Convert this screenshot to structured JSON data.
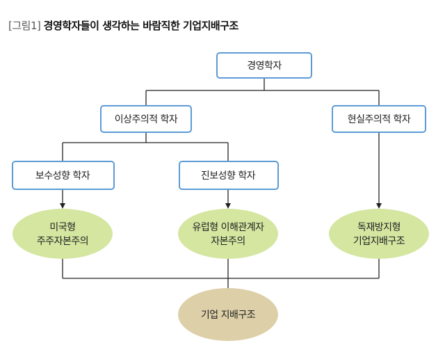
{
  "title": {
    "label": "[그림1]",
    "text": "경영학자들이 생각하는 바람직한 기업지배구조"
  },
  "nodes": {
    "root": "경영학자",
    "ideal": "이상주의적 학자",
    "realist": "현실주의적 학자",
    "conservative": "보수성향 학자",
    "progressive": "진보성향 학자",
    "us_model": [
      "미국형",
      "주주자본주의"
    ],
    "eu_model": [
      "유럽형 이해관계자",
      "자본주의"
    ],
    "founder_model": [
      "독재방지형",
      "기업지배구조"
    ],
    "governance": "기업 지배구조"
  },
  "colors": {
    "box_border": "#5b9bd5",
    "box_fill": "#ffffff",
    "ellipse_green": "#d4e6a0",
    "ellipse_tan": "#ddd0a8",
    "line": "#222222"
  }
}
